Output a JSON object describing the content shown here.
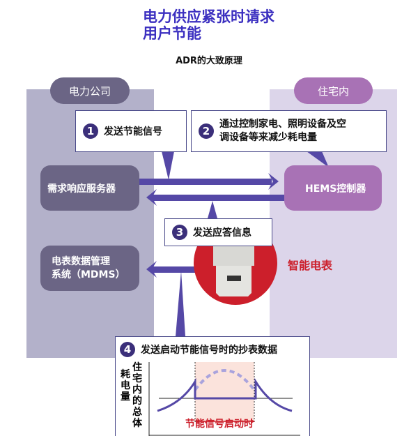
{
  "title_line1": "电力供应紧张时请求",
  "title_line2": "用户节能",
  "subtitle": "ADR的大致原理",
  "utility": {
    "label": "电力公司",
    "server": "需求响应服务器",
    "mdms_line1": "电表数据管理",
    "mdms_line2": "系统（MDMS）"
  },
  "home": {
    "label": "住宅内",
    "hems": "HEMS控制器",
    "meter": "智能电表"
  },
  "steps": [
    {
      "num": "1",
      "text": "发送节能信号"
    },
    {
      "num": "2",
      "text_line1": "通过控制家电、照明设备及空",
      "text_line2": "调设备等来减少耗电量"
    },
    {
      "num": "3",
      "text": "发送应答信息"
    },
    {
      "num": "4",
      "text": "发送启动节能信号时的抄表数据"
    }
  ],
  "chart": {
    "ylabel_a": "耗电量",
    "ylabel_b": "住宅内的总体",
    "period_label": "节能信号启动时"
  },
  "colors": {
    "accent": "#3b2fc0",
    "utility": "#6b6585",
    "home": "#a872b5",
    "meter": "#cc1f2b",
    "arrow": "#5548a6"
  }
}
